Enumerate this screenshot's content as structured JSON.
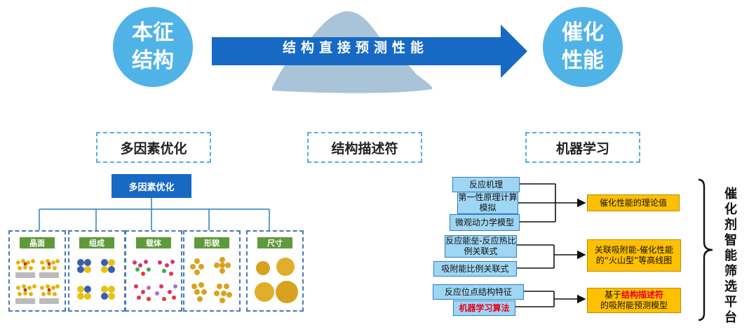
{
  "top": {
    "left_circle": {
      "line1": "本征",
      "line2": "结构"
    },
    "arrow_label": "结构直接预测性能",
    "right_circle": {
      "line1": "催化",
      "line2": "性能"
    }
  },
  "sections": {
    "left": "多因素优化",
    "middle": "结构描述符",
    "right": "机器学习"
  },
  "tree": {
    "root": "多因素优化",
    "panels": [
      {
        "label": "晶面"
      },
      {
        "label": "组成"
      },
      {
        "label": "载体"
      },
      {
        "label": "形貌"
      },
      {
        "label": "尺寸"
      }
    ]
  },
  "ml": {
    "group1": {
      "inputs": [
        "反应机理",
        "第一性原理计算模拟",
        "微观动力学模型"
      ],
      "output": "催化性能的理论值"
    },
    "group2": {
      "inputs": [
        "反应能垒-反应热比例关联式",
        "吸附能比例关联式"
      ],
      "output": "关联吸附能-催化性能的“火山型”等高线图"
    },
    "group3": {
      "inputs": [
        "反应位点结构特征",
        "机器学习算法"
      ],
      "output_prefix": "基于",
      "output_highlight": "结构描述符",
      "output_suffix": "的吸附能预测模型"
    },
    "platform_title": "催化剂智能筛选平台"
  },
  "colors": {
    "circle": "#4fb3e8",
    "arrow": "#1769c4",
    "tree_box": "#1769c4",
    "panel_tag": "#5f9a3a",
    "input_box": "#9fd6f4",
    "output_box": "#ffc000",
    "highlight": "#e8001c"
  }
}
